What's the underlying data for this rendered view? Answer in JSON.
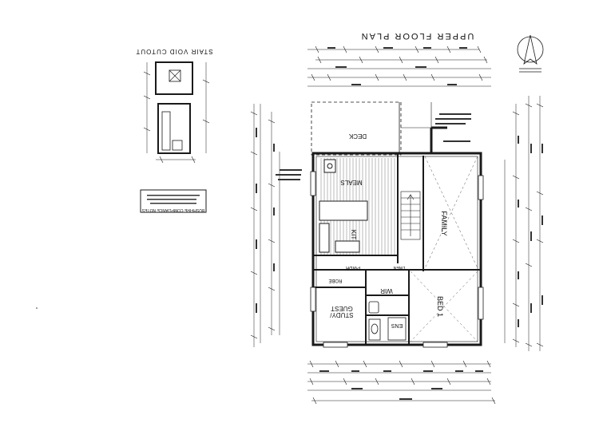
{
  "drawing": {
    "title": "UPPER FLOOR PLAN",
    "inset_title": "STAIR VOID CUTOUT",
    "notes_title": "BUSHFIRE COMPLIANCE NOTES",
    "north_label": "N"
  },
  "rooms": {
    "deck": "DECK",
    "meals": "MEALS",
    "kit": "KIT",
    "family": "FAMILY",
    "robe": "ROBE",
    "wir": "WIR",
    "linen": "LINEN",
    "pwdr": "PWDR",
    "study_line1": "STUDY/",
    "study_line2": "GUEST",
    "bed1": "BED 1",
    "ens": "ENS"
  },
  "colors": {
    "line": "#1a1a1a",
    "light": "#555555",
    "hatch": "#777777"
  }
}
